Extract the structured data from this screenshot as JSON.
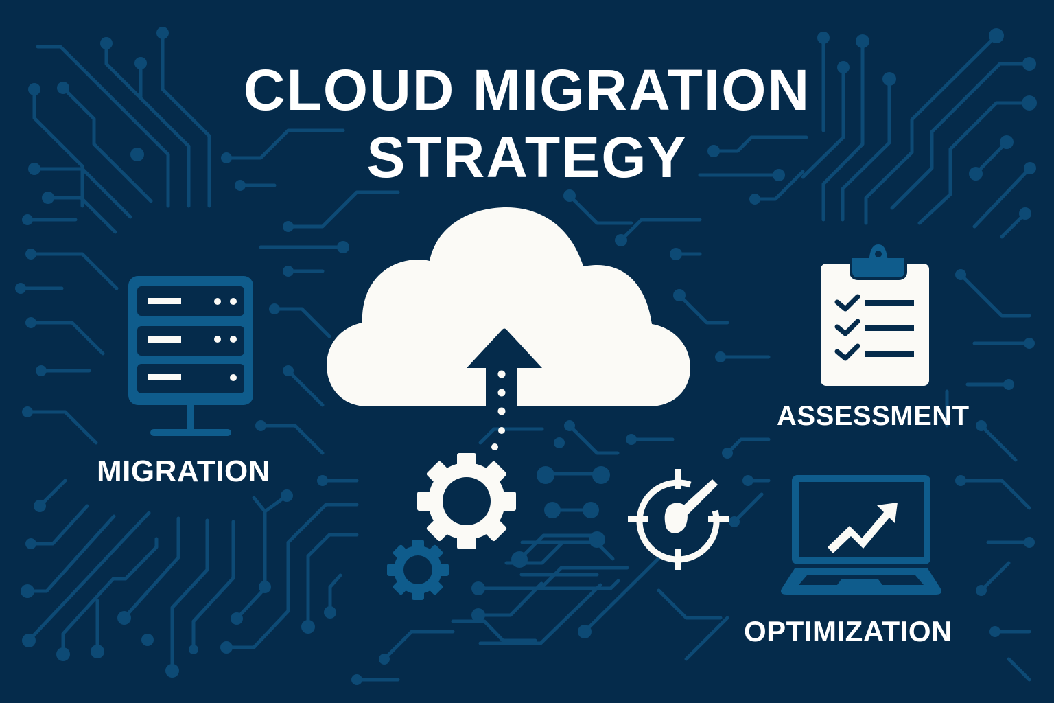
{
  "title": {
    "line1": "CLOUD MIGRATION",
    "line2": "STRATEGY"
  },
  "labels": {
    "migration": "MIGRATION",
    "assessment": "ASSESSMENT",
    "optimization": "OPTIMIZATION"
  },
  "icons": {
    "center": "cloud-upload-icon",
    "migration": "server-rack-icon",
    "assessment": "clipboard-checklist-icon",
    "settings_large": "gear-icon",
    "settings_small": "gear-icon",
    "target": "target-gauge-icon",
    "optimization": "laptop-chart-icon"
  },
  "colors": {
    "background": "#052b4b",
    "circuit": "#0d4a75",
    "accent": "#0f5c8c",
    "foreground": "#fbfaf6"
  }
}
